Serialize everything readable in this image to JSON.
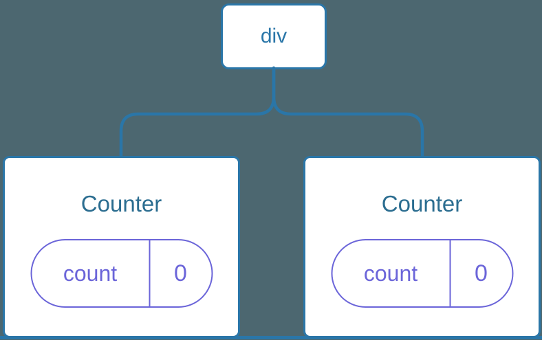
{
  "colors": {
    "background": "#4c6770",
    "lineBlue": "#2a76a8",
    "titleBlue": "#2b6d90",
    "statePurple": "#6b65d9",
    "cardFill": "#ffffff"
  },
  "tree": {
    "root": {
      "label": "div"
    },
    "children": [
      {
        "title": "Counter",
        "state": {
          "key": "count",
          "value": "0"
        }
      },
      {
        "title": "Counter",
        "state": {
          "key": "count",
          "value": "0"
        }
      }
    ]
  }
}
